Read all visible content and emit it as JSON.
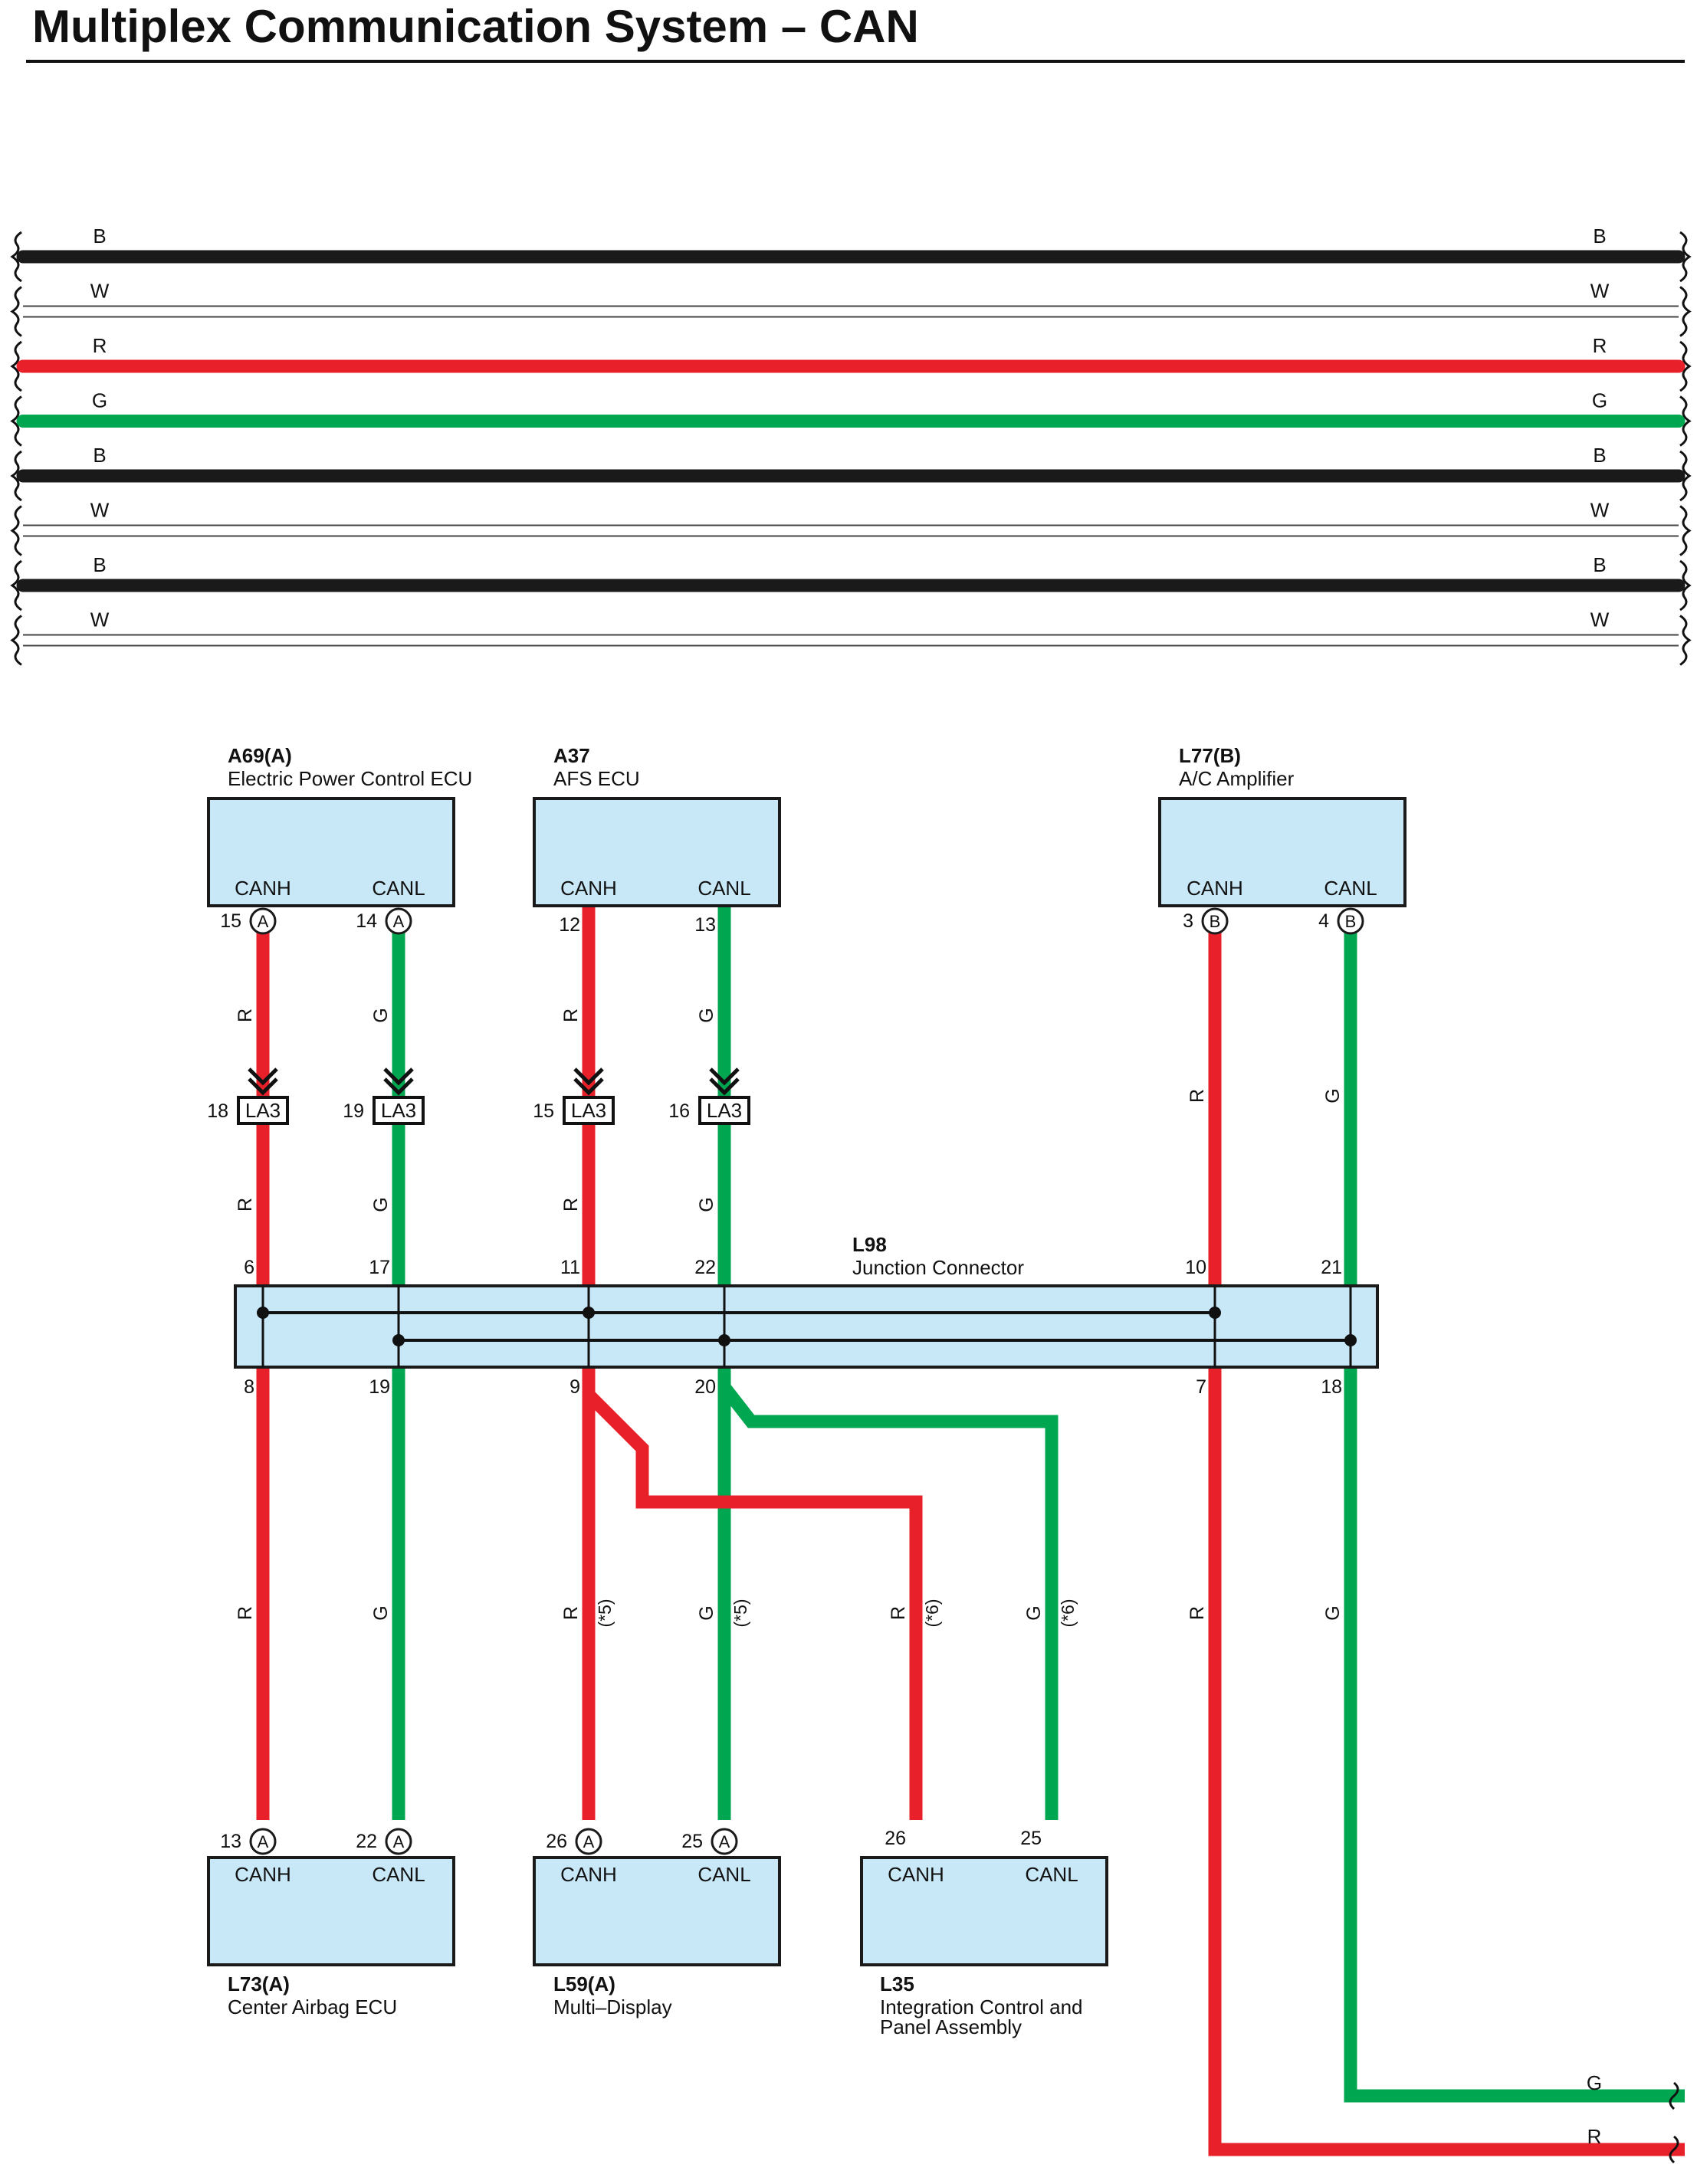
{
  "title": "Multiplex Communication System – CAN",
  "colors": {
    "R": "#e8202a",
    "G": "#00a650",
    "B": "#1a1a1a",
    "box_fill": "#c8e8f8",
    "outline": "#1a1a1a"
  },
  "harness": [
    {
      "code": "B"
    },
    {
      "code": "W"
    },
    {
      "code": "R"
    },
    {
      "code": "G"
    },
    {
      "code": "B"
    },
    {
      "code": "W"
    },
    {
      "code": "B"
    },
    {
      "code": "W"
    }
  ],
  "components": {
    "a69": {
      "id": "A69(A)",
      "name": "Electric Power Control ECU",
      "canh": "CANH",
      "canl": "CANL",
      "canh_pin": "15",
      "canl_pin": "14",
      "conn": "A"
    },
    "a37": {
      "id": "A37",
      "name": "AFS ECU",
      "canh": "CANH",
      "canl": "CANL",
      "canh_pin": "12",
      "canl_pin": "13"
    },
    "l77": {
      "id": "L77(B)",
      "name": "A/C Amplifier",
      "canh": "CANH",
      "canl": "CANL",
      "canh_pin": "3",
      "canl_pin": "4",
      "conn": "B"
    },
    "l98": {
      "id": "L98",
      "name": "Junction Connector",
      "top_pins": [
        "6",
        "17",
        "11",
        "22",
        "10",
        "21"
      ],
      "bottom_pins": [
        "8",
        "19",
        "9",
        "20",
        "7",
        "18"
      ]
    },
    "l73": {
      "id": "L73(A)",
      "name": "Center Airbag ECU",
      "canh": "CANH",
      "canl": "CANL",
      "canh_pin": "13",
      "canl_pin": "22",
      "conn": "A"
    },
    "l59": {
      "id": "L59(A)",
      "name": "Multi–Display",
      "canh": "CANH",
      "canl": "CANL",
      "canh_pin": "26",
      "canl_pin": "25",
      "conn": "A"
    },
    "l35": {
      "id": "L35",
      "name1": "Integration Control and",
      "name2": "Panel Assembly",
      "canh": "CANH",
      "canl": "CANL",
      "canh_pin": "26",
      "canl_pin": "25"
    }
  },
  "la3": {
    "label": "LA3",
    "pins": [
      "18",
      "19",
      "15",
      "16"
    ]
  },
  "wire_codes": {
    "red": "R",
    "green": "G"
  },
  "notes": {
    "n5": "(*5)",
    "n6": "(*6)"
  },
  "exit_labels": {
    "green": "G",
    "red": "R"
  }
}
